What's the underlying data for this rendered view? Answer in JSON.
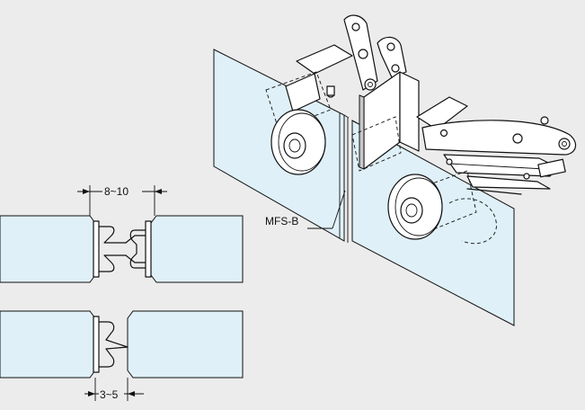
{
  "labels": {
    "part_code": "MFS-B",
    "gap_open": "8~10",
    "gap_closed": "3~5"
  },
  "colors": {
    "background": "#ececec",
    "glass_fill": "#dff0f8",
    "line": "#111111"
  }
}
